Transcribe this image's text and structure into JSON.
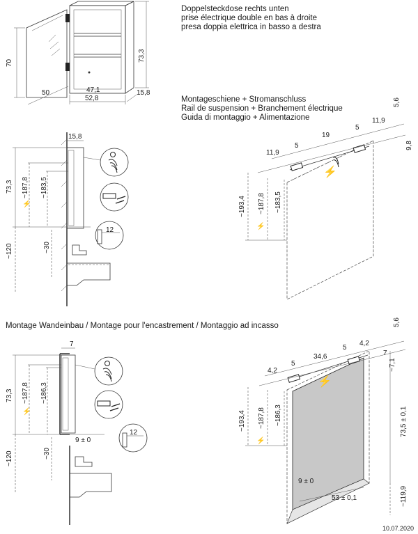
{
  "top_notes": {
    "de": "Doppelsteckdose rechts unten",
    "fr": "prise électrique double en bas à droite",
    "it": "presa doppia elettrica in basso a destra"
  },
  "rail_notes": {
    "de": "Montageschiene + Stromanschluss",
    "fr": "Rail de suspension + Branchement électrique",
    "it": "Guida di montaggio + Alimentazione"
  },
  "recessed_title": "Montage Wandeinbau / Montage pour l'encastrement / Montaggio ad incasso",
  "date": "10.07.2020",
  "power_symbol": "⚡",
  "cabinet_dims": {
    "height": "70",
    "door_width": "50",
    "inner_width": "47,1",
    "outer_width": "52,8",
    "depth": "15,8",
    "body_height": "73,3"
  },
  "side_surface": {
    "depth": "15,8",
    "height": "73,3",
    "h1": "~187,8",
    "h2": "~183,5",
    "socket": "12",
    "floor": "~120",
    "sink": "~30"
  },
  "rail_surface": {
    "offset_top": "5,6",
    "right_edge": "11,9",
    "spacing_a": "5",
    "center": "19",
    "spacing_b": "5",
    "left_edge": "11,9",
    "right_side": "9,8",
    "h0": "~193,4",
    "h1": "~187,8",
    "h2": "~183,5"
  },
  "side_recessed": {
    "depth": "7",
    "height": "73,3",
    "h1": "~187,8",
    "h2": "~186,3",
    "gap": "9 ± 0",
    "socket": "12",
    "floor": "~120",
    "sink": "~30"
  },
  "rail_recessed": {
    "offset_top": "5,6",
    "right_gap": "7",
    "edge_a": "4,2",
    "spacing_a": "5",
    "center": "34,6",
    "spacing_b": "5",
    "edge_b": "4,2",
    "right_side": "~7,1",
    "h0": "~193,4",
    "h1": "~187,8",
    "h2": "~186,3",
    "niche_height": "73,5 ± 0,1",
    "niche_floor": "~119,9",
    "niche_depth": "9 ± 0",
    "niche_width": "53 ± 0,1"
  }
}
